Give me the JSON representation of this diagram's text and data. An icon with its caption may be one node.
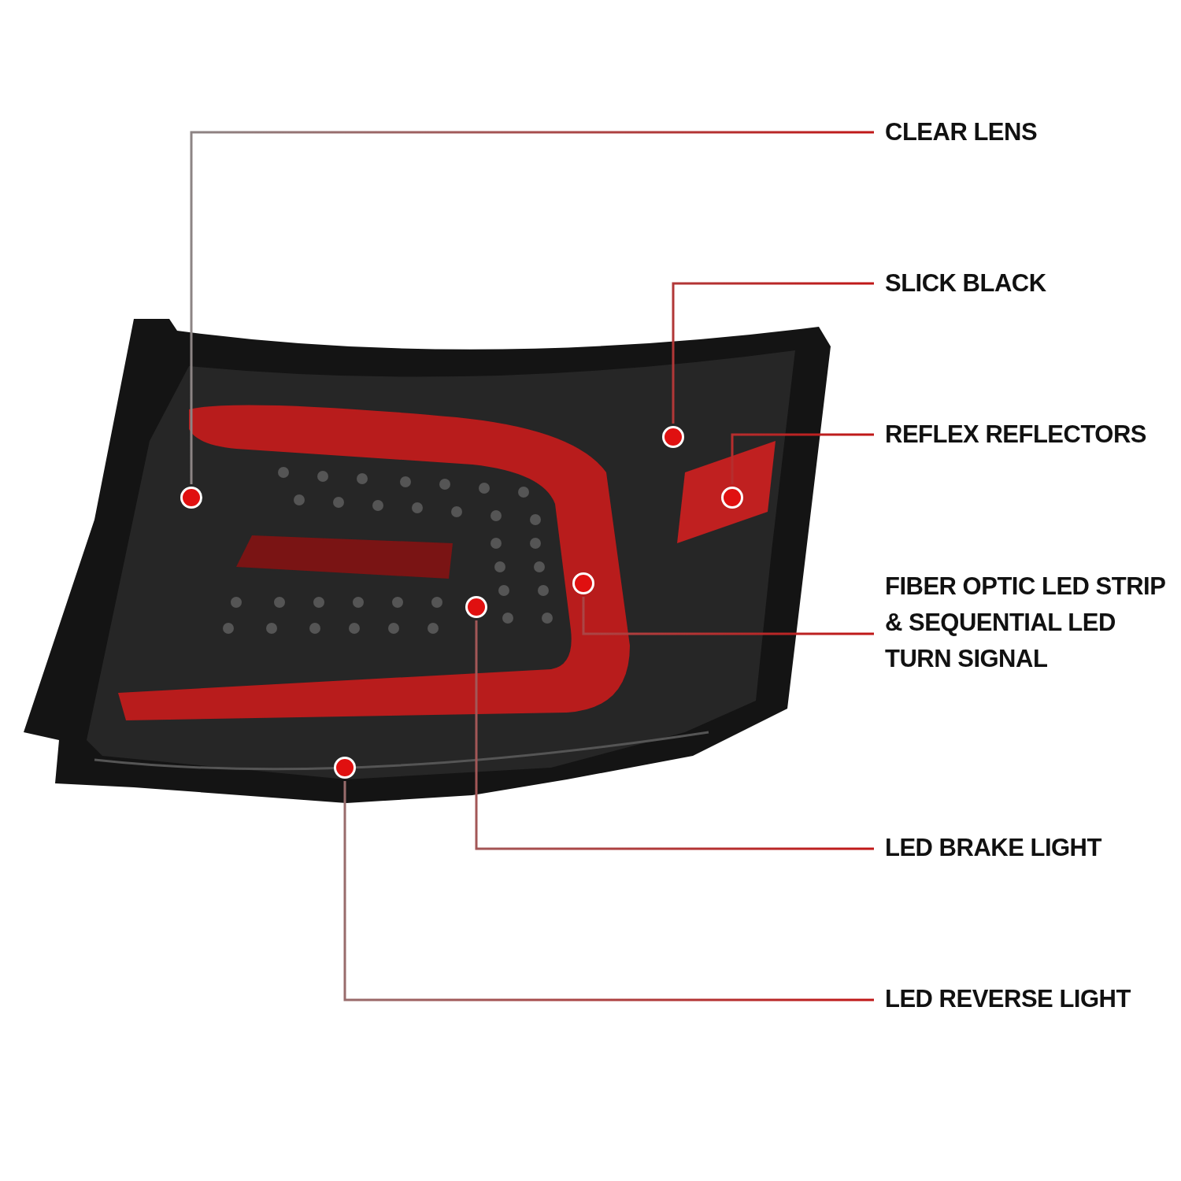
{
  "diagram": {
    "nodes": [
      {
        "text": [
          "CLEAR LENS"
        ]
      },
      {
        "text": [
          "SLICK BLACK"
        ]
      },
      {
        "text": [
          "REFLEX REFLECTORS"
        ]
      },
      {
        "text": [
          "FIBER OPTIC LED STRIP & SEQUENTIAL LED TURN SIGNAL"
        ]
      },
      {
        "text": [
          "LED BRAKE LIGHT"
        ]
      },
      {
        "text": [
          "LED REVERSE LIGHT"
        ]
      },
      {
        "text": [],
        "shape": "circle"
      },
      {
        "text": [],
        "shape": "circle"
      },
      {
        "text": [],
        "shape": "circle"
      },
      {
        "text": [],
        "shape": "circle"
      },
      {
        "text": [],
        "shape": "circle"
      },
      {
        "text": [],
        "shape": "circle"
      }
    ],
    "edges": [
      {
        "from": 0,
        "to": 6,
        "arrow": "none"
      },
      {
        "from": 1,
        "to": 10,
        "arrow": "none"
      },
      {
        "from": 2,
        "to": 11,
        "arrow": "none"
      },
      {
        "from": 3,
        "to": 9,
        "arrow": "none"
      },
      {
        "from": 4,
        "to": 8,
        "arrow": "none"
      },
      {
        "from": 5,
        "to": 7,
        "arrow": "none"
      }
    ]
  }
}
